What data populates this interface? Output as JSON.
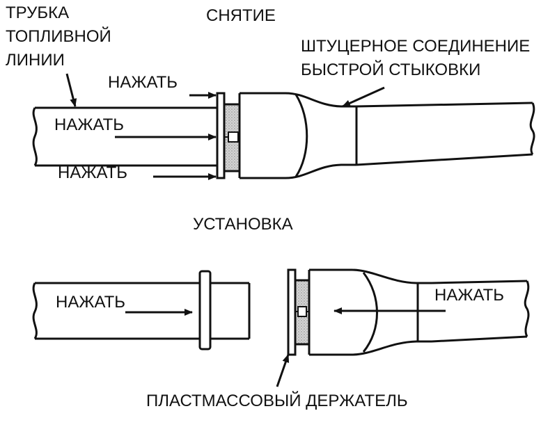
{
  "labels": {
    "fuel_line_tube": [
      "ТРУБКА",
      "ТОПЛИВНОЙ",
      "ЛИНИИ"
    ],
    "removal_title": "СНЯТИЕ",
    "quick_connector": [
      "ШТУЦЕРНОЕ СОЕДИНЕНИЕ",
      "БЫСТРОЙ СТЫКОВКИ"
    ],
    "installation_title": "УСТАНОВКА",
    "plastic_retainer": "ПЛАСТМАССОВЫЙ ДЕРЖАТЕЛЬ"
  },
  "actions": {
    "press_top": "НАЖАТЬ",
    "press_middle": "НАЖАТЬ",
    "press_bottom": "НАЖАТЬ",
    "press_install_left": "НАЖАТЬ",
    "press_install_right": "НАЖАТЬ"
  },
  "colors": {
    "ink": "#111111",
    "retainer_fill": "#c8c8c8",
    "background": "#ffffff"
  }
}
